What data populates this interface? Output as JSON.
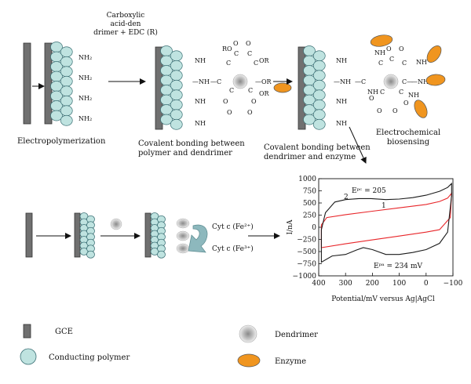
{
  "labels": {
    "top_reagent_l1": "Carboxylic",
    "top_reagent_l2": "acid-den",
    "top_reagent_l3": "drimer + EDC (R)",
    "electropoly": "Electropolymerization",
    "cov_poly_l1": "Covalent bonding between",
    "cov_poly_l2": "polymer and dendrimer",
    "cov_enz_l1": "Covalent bonding between",
    "cov_enz_l2": "dendrimer and enzyme",
    "biosens_l1": "Electrochemical",
    "biosens_l2": "biosensing",
    "cyt_fe2": "Cyt c (Fe²⁺)",
    "cyt_fe3": "Cyt c (Fe³⁺)"
  },
  "chem": {
    "nh2": "NH₂",
    "nh": "NH",
    "ro": "RO",
    "or": "OR",
    "c": "C",
    "o": "O",
    "c_dash": "—C",
    "dash_c": "C—",
    "nh_dash": "—NH",
    "dash_or": "—OR"
  },
  "legend": {
    "gce": "GCE",
    "polymer": "Conducting polymer",
    "dendrimer": "Dendrimer",
    "enzyme": "Enzyme"
  },
  "colors": {
    "polymer": "#bfe3e0",
    "electrode": "#707070",
    "enzyme": "#f0951f",
    "curve_red": "#e8262a",
    "curve_black": "#1a1a1a"
  },
  "chart_data": {
    "type": "line",
    "xlabel": "Potential/mV versus Ag|AgCl",
    "ylabel": "I/nA",
    "xlim": [
      400,
      -100
    ],
    "ylim": [
      -1000,
      1000
    ],
    "xticks": [
      "400",
      "300",
      "200",
      "100",
      "0",
      "−100"
    ],
    "yticks": [
      "1000",
      "750",
      "500",
      "250",
      "0",
      "−250",
      "−500",
      "−750",
      "−1000"
    ],
    "annotations": {
      "curve2_label": "2",
      "curve1_label": "1",
      "epc": "Eᵖᶜ = 205",
      "epa": "Eᵖᵃ = 234 mV"
    },
    "series": [
      {
        "name": "1",
        "color": "#e8262a",
        "upper": {
          "x": [
            390,
            370,
            300,
            200,
            100,
            0,
            -50,
            -80,
            -95
          ],
          "y": [
            50,
            200,
            260,
            330,
            400,
            470,
            530,
            600,
            700
          ]
        },
        "lower": {
          "x": [
            390,
            300,
            200,
            100,
            0,
            -50,
            -90,
            -95
          ],
          "y": [
            -420,
            -340,
            -260,
            -180,
            -100,
            -50,
            200,
            700
          ]
        }
      },
      {
        "name": "2",
        "color": "#1a1a1a",
        "upper": {
          "x": [
            390,
            375,
            340,
            300,
            250,
            205,
            150,
            100,
            50,
            0,
            -50,
            -80,
            -95
          ],
          "y": [
            -50,
            300,
            520,
            570,
            590,
            590,
            570,
            580,
            610,
            660,
            740,
            820,
            900
          ]
        },
        "lower": {
          "x": [
            390,
            350,
            300,
            260,
            234,
            200,
            150,
            100,
            50,
            0,
            -50,
            -80,
            -95
          ],
          "y": [
            -720,
            -590,
            -560,
            -470,
            -420,
            -460,
            -560,
            -560,
            -520,
            -460,
            -330,
            -100,
            650
          ]
        }
      }
    ]
  }
}
